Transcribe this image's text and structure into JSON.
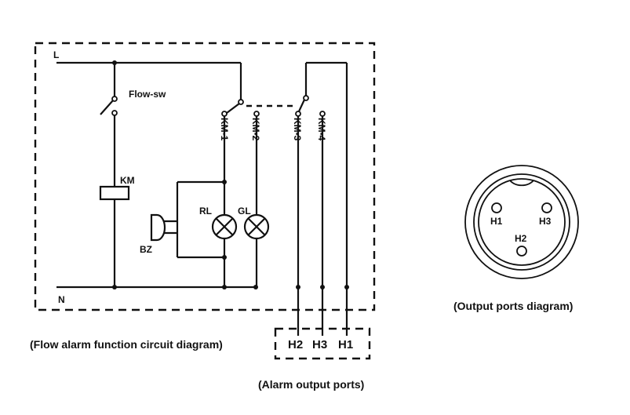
{
  "circuit": {
    "rail_labels": {
      "live": "L",
      "neutral": "N"
    },
    "flow_switch_label": "Flow-sw",
    "coil_label": "KM",
    "contacts": [
      "KM-1",
      "KM-2",
      "KM-3",
      "KM-4"
    ],
    "buzzer_label": "BZ",
    "red_lamp_label": "RL",
    "green_lamp_label": "GL",
    "caption": "(Flow alarm function circuit diagram)"
  },
  "alarm_ports": {
    "ports": [
      "H2",
      "H3",
      "H1"
    ],
    "caption": "(Alarm output  ports)"
  },
  "connector": {
    "pins": {
      "left": "H1",
      "right": "H3",
      "bottom": "H2"
    },
    "caption": "(Output ports diagram)"
  }
}
